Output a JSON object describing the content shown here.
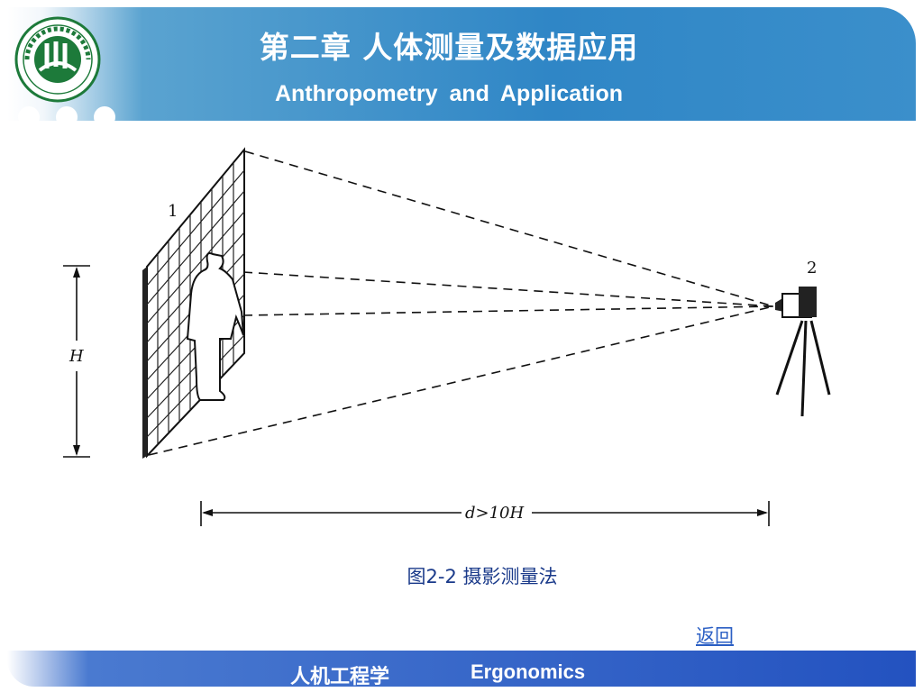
{
  "header": {
    "title_cn": "第二章  人体测量及数据应用",
    "title_en": "Anthropometry  and  Application"
  },
  "figure": {
    "label_grid": "1",
    "label_camera": "2",
    "label_height": "H",
    "label_distance": "d>10H",
    "caption": "图2-2 摄影测量法"
  },
  "nav": {
    "back_label": "返回"
  },
  "footer": {
    "course_cn": "人机工程学",
    "course_en": "Ergonomics"
  },
  "colors": {
    "header_blue": "#2f86c6",
    "footer_blue": "#2352c0",
    "caption": "#1a3a8a",
    "link": "#2b5fc4",
    "logo_green": "#1d7a3a"
  }
}
